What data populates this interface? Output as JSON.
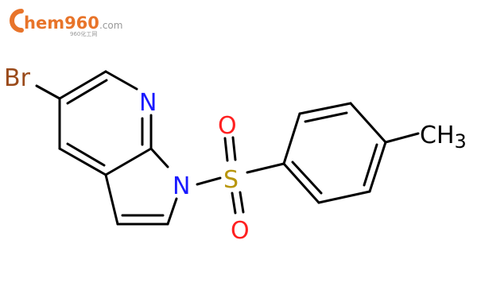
{
  "watermark": {
    "logo_text": "hem960",
    "logo_tld": ".com",
    "logo_sub": "960化工网",
    "brand_color": "#e8742a",
    "tld_color": "#999999",
    "icon": "c-logo-icon"
  },
  "molecule": {
    "atoms": {
      "bromine": "Br",
      "pyridine_nitrogen": "N",
      "pyrrole_nitrogen": "N",
      "sulfur": "S",
      "oxygen_top": "O",
      "oxygen_bottom": "O",
      "methyl": "CH",
      "methyl_subscript": "3"
    },
    "colors": {
      "bond": "#000000",
      "nitrogen": "#1a1aff",
      "sulfur": "#b8960c",
      "oxygen": "#ff2020",
      "bromine": "#9a4a1a",
      "carbon": "#000000"
    }
  }
}
